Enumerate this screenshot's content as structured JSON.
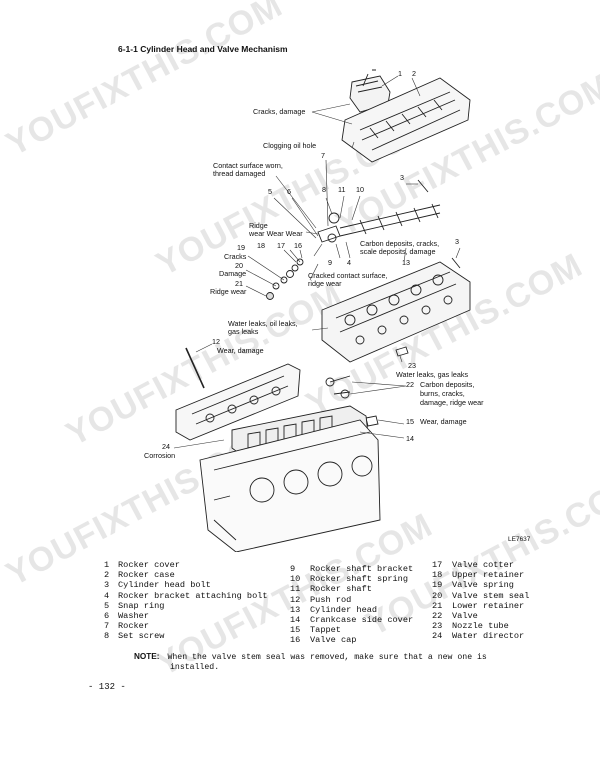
{
  "section_title": "6-1-1  Cylinder Head and Valve Mechanism",
  "figure_code": "LE7637",
  "callouts": {
    "c1": "1",
    "c2": "2",
    "c3a": "3",
    "c3b": "3",
    "c4": "4",
    "c5": "5",
    "c6": "6",
    "c7": "7",
    "c8": "8",
    "c9": "9",
    "c10": "10",
    "c11": "11",
    "c12": "12",
    "c13": "13",
    "c14": "14",
    "c15": "15",
    "c16": "16",
    "c17": "17",
    "c18": "18",
    "c19": "19",
    "c20": "20",
    "c21": "21",
    "c22": "22",
    "c23": "23",
    "c24": "24"
  },
  "annotations": {
    "cracks_damage": "Cracks, damage",
    "clogging_oil_hole": "Clogging oil hole",
    "contact_surface_1": "Contact surface worn,",
    "contact_surface_2": "thread damaged",
    "ridge": "Ridge",
    "wear_wear_wear": "wear Wear Wear",
    "cracks": "Cracks",
    "damage": "Damage",
    "ridge_wear": "Ridge wear",
    "carbon_1": "Carbon deposits, cracks,",
    "carbon_2": "scale deposits, damage",
    "cracked_contact_1": "Cracked contact surface,",
    "cracked_contact_2": "ridge wear",
    "water_leaks_1": "Water leaks, oil leaks,",
    "water_leaks_2": "gas leaks",
    "wear_damage_12": "Wear, damage",
    "water_gas_23": "Water leaks, gas leaks",
    "carbon22_1": "Carbon deposits,",
    "carbon22_2": "burns, cracks,",
    "carbon22_3": "damage, ridge wear",
    "wear_damage_15": "Wear, damage",
    "corrosion": "Corrosion"
  },
  "legend": {
    "col1": [
      {
        "n": "1",
        "t": "Rocker cover"
      },
      {
        "n": "2",
        "t": "Rocker case"
      },
      {
        "n": "3",
        "t": "Cylinder head bolt"
      },
      {
        "n": "4",
        "t": "Rocker bracket attaching bolt"
      },
      {
        "n": "5",
        "t": "Snap ring"
      },
      {
        "n": "6",
        "t": "Washer"
      },
      {
        "n": "7",
        "t": "Rocker"
      },
      {
        "n": "8",
        "t": "Set screw"
      }
    ],
    "col2": [
      {
        "n": "9",
        "t": "Rocker shaft bracket"
      },
      {
        "n": "10",
        "t": "Rocker shaft spring"
      },
      {
        "n": "11",
        "t": "Rocker shaft"
      },
      {
        "n": "12",
        "t": "Push rod"
      },
      {
        "n": "13",
        "t": "Cylinder head"
      },
      {
        "n": "14",
        "t": "Crankcase side cover"
      },
      {
        "n": "15",
        "t": "Tappet"
      },
      {
        "n": "16",
        "t": "Valve cap"
      }
    ],
    "col3": [
      {
        "n": "17",
        "t": "Valve cotter"
      },
      {
        "n": "18",
        "t": "Upper retainer"
      },
      {
        "n": "19",
        "t": "Valve spring"
      },
      {
        "n": "20",
        "t": "Valve stem seal"
      },
      {
        "n": "21",
        "t": "Lower retainer"
      },
      {
        "n": "22",
        "t": "Valve"
      },
      {
        "n": "23",
        "t": "Nozzle tube"
      },
      {
        "n": "24",
        "t": "Water director"
      }
    ]
  },
  "note": {
    "label": "NOTE:",
    "line1": "When the valve stem seal was removed, make sure that a new one is",
    "line2": "installed."
  },
  "page_number": "- 132 -",
  "watermark": "YOUFIXTHIS.COM"
}
